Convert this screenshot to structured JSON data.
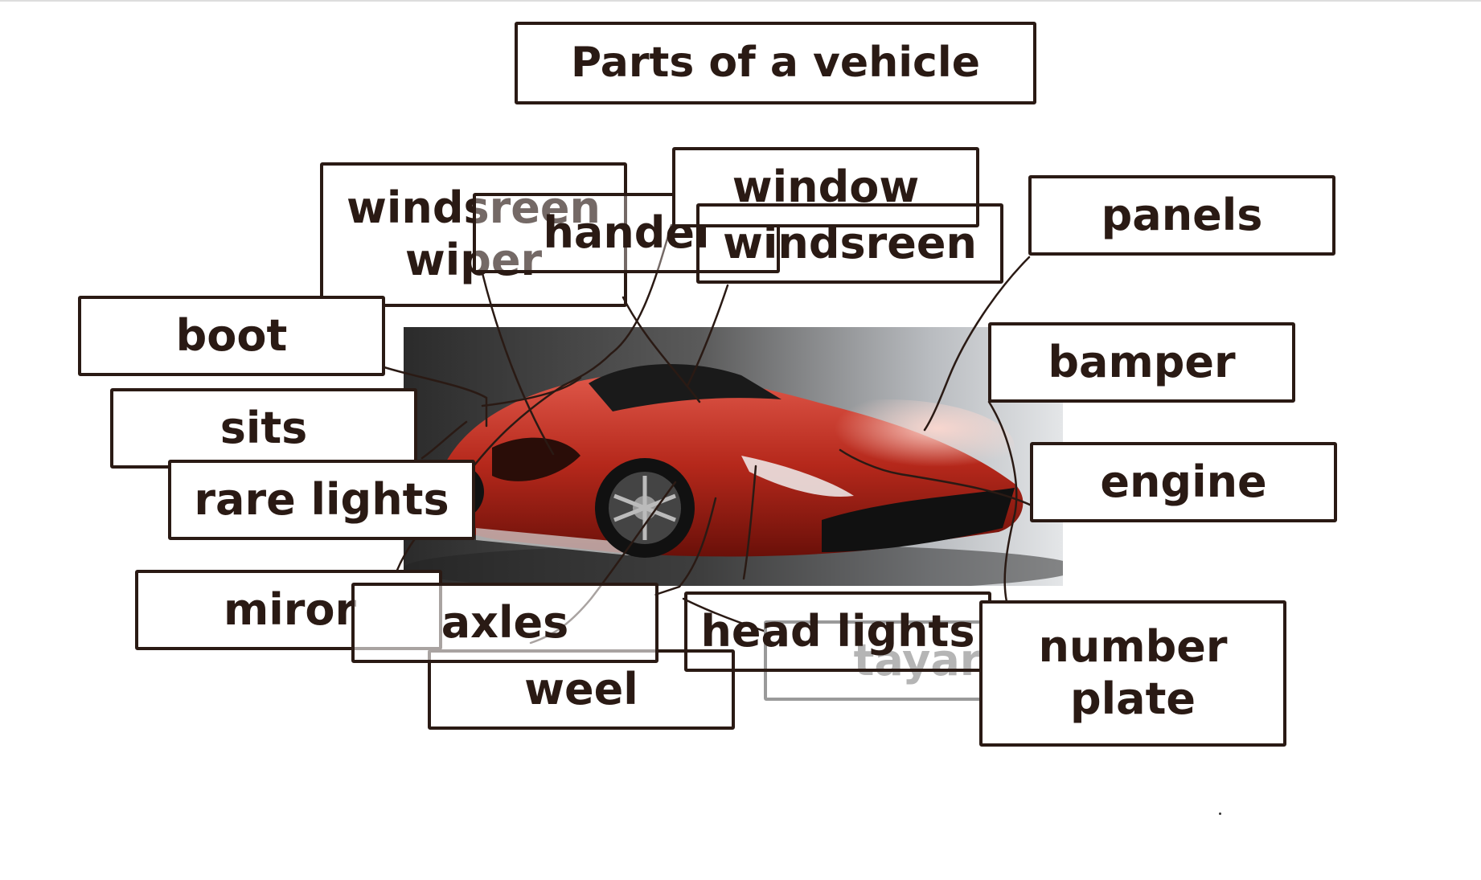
{
  "title": "Parts of a vehicle",
  "labels": {
    "windscreen_wiper": "windsreen wiper",
    "handel": "handel",
    "window": "window",
    "windscreen": "windsreen",
    "panels": "panels",
    "boot": "boot",
    "bamper": "bamper",
    "sits": "sits",
    "rare_lights": "rare lights",
    "engine": "engine",
    "miror": "miror",
    "axles": "axles",
    "weel": "weel",
    "head_lights": "head lights",
    "tayar": "tayar",
    "number_plate": "number plate"
  },
  "colors": {
    "ink": "#2a1a14",
    "ghost": "#9a9a9a",
    "car_body": "#c0301f"
  },
  "image": "red-sports-car"
}
